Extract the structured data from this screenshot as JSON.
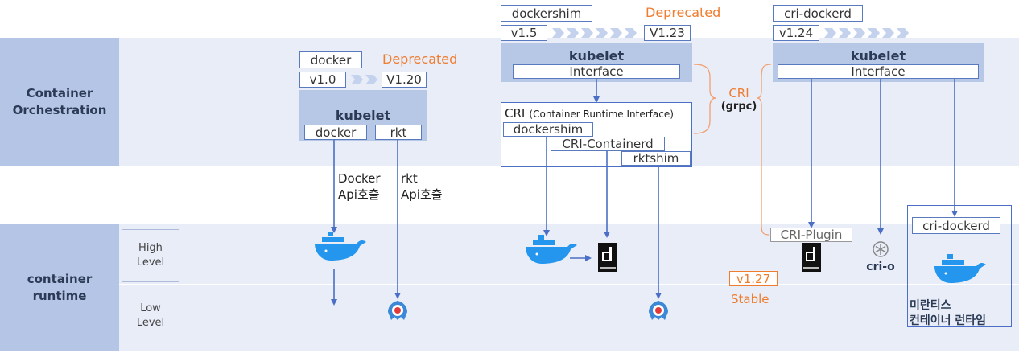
{
  "rows": {
    "orchestration": "Container\nOrchestration",
    "runtime": "container\nruntime",
    "high": "High\nLevel",
    "low": "Low\nLevel"
  },
  "col1": {
    "tag": "docker",
    "deprecated": "Deprecated",
    "version_from": "v1.0",
    "version_to": "V1.20",
    "kubelet": "kubelet",
    "iface_docker": "docker",
    "iface_rkt": "rkt",
    "docker_call": "Docker\nApi호출",
    "rkt_call": "rkt\nApi호출"
  },
  "col2": {
    "tag": "dockershim",
    "deprecated": "Deprecated",
    "version_from": "v1.5",
    "version_to": "V1.23",
    "kubelet": "kubelet",
    "interface": "Interface",
    "cri_title": "CRI",
    "cri_full": "(Container Runtime Interface)",
    "dockershim": "dockershim",
    "cri_containerd": "CRI-Containerd",
    "rktshim": "rktshim"
  },
  "cri_label": {
    "name": "CRI",
    "protocol": "(grpc)"
  },
  "col3": {
    "tag": "cri-dockerd",
    "version_from": "v1.24",
    "kubelet": "kubelet",
    "interface": "Interface",
    "cri_plugin": "CRI-Plugin",
    "crio": "cri-o",
    "cri_dockerd_box": "cri-dockerd",
    "mirantis": "미란티스\n컨테이너 런타임",
    "stable_version": "v1.27",
    "stable": "Stable"
  },
  "colors": {
    "band": "#e9edf8",
    "sidebar": "#b4c5e6",
    "accent_orange": "#f07c2e",
    "arrow": "#4a6fc4",
    "docker_blue": "#2496ed"
  },
  "icons": [
    "docker-whale-icon",
    "containerd-icon",
    "rkt-icon",
    "crio-icon"
  ]
}
